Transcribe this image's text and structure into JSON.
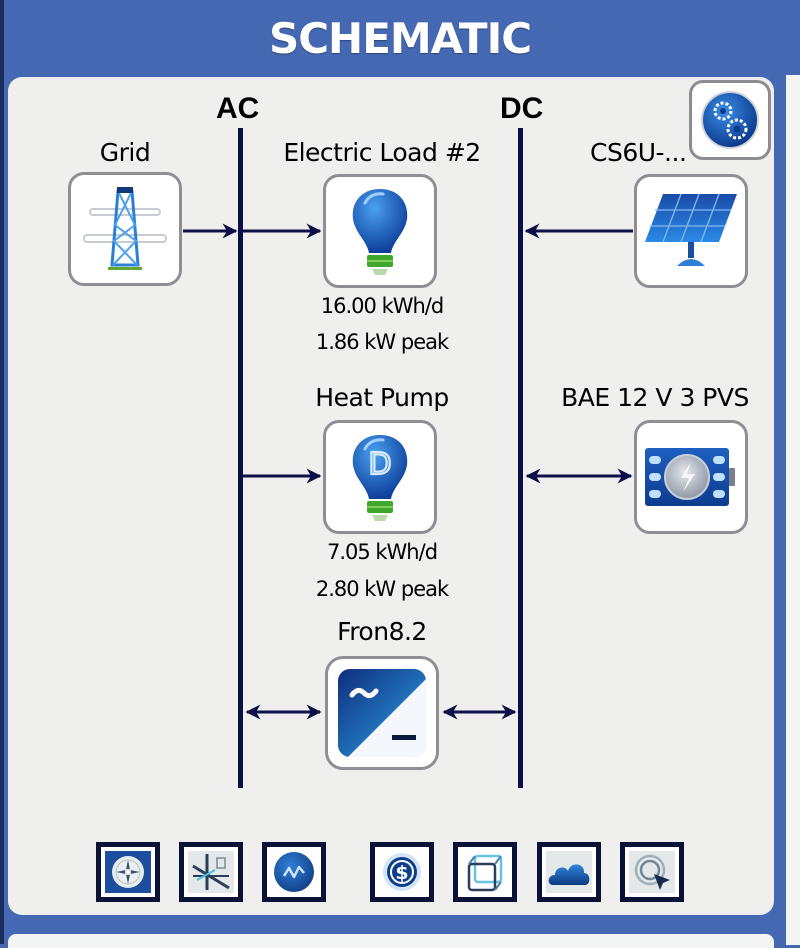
{
  "header": {
    "title": "SCHEMATIC"
  },
  "buses": {
    "ac_label": "AC",
    "dc_label": "DC"
  },
  "components": {
    "grid": {
      "name": "Grid",
      "icon": "transmission-tower-icon"
    },
    "electric_load": {
      "name": "Electric Load #2",
      "icon": "lightbulb-icon",
      "energy": "16.00 kWh/d",
      "peak": "1.86 kW peak"
    },
    "heat_pump": {
      "name": "Heat Pump",
      "icon": "deferrable-load-bulb-icon",
      "badge": "D",
      "energy": "7.05 kWh/d",
      "peak": "2.80 kW peak"
    },
    "pv": {
      "name": "CS6U-...",
      "icon": "solar-panel-icon"
    },
    "battery": {
      "name": "BAE 12 V 3 PVS",
      "icon": "battery-icon"
    },
    "converter": {
      "name": "Fron8.2",
      "icon": "inverter-icon",
      "ac_symbol": "~",
      "dc_symbol": "—"
    }
  },
  "toolbar": [
    {
      "name": "resources",
      "icon": "compass-icon"
    },
    {
      "name": "project",
      "icon": "project-tool-icon"
    },
    {
      "name": "components",
      "icon": "waveform-icon"
    },
    {
      "name": "economics",
      "icon": "dollar-icon"
    },
    {
      "name": "system",
      "icon": "cube-icon"
    },
    {
      "name": "cloud",
      "icon": "cloud-icon"
    },
    {
      "name": "search",
      "icon": "search-pointer-icon"
    }
  ],
  "settings_button": {
    "icon": "gears-icon"
  },
  "colors": {
    "frame": "#4468b2",
    "panel": "#eff0ee",
    "bus": "#0c0f48",
    "icon_blue": "#1e5fbf",
    "bulb_base": "#3fa62e"
  }
}
